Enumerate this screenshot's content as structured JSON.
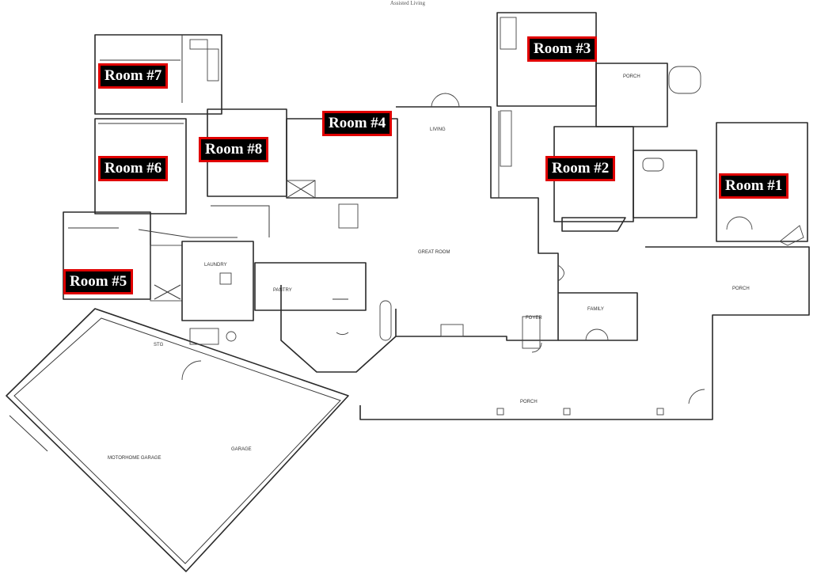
{
  "header": {
    "caption": "Assisted Living"
  },
  "room_tags": [
    {
      "id": "room-1",
      "label": "Room #1"
    },
    {
      "id": "room-2",
      "label": "Room #2"
    },
    {
      "id": "room-3",
      "label": "Room #3"
    },
    {
      "id": "room-4",
      "label": "Room #4"
    },
    {
      "id": "room-5",
      "label": "Room #5"
    },
    {
      "id": "room-6",
      "label": "Room #6"
    },
    {
      "id": "room-7",
      "label": "Room #7"
    },
    {
      "id": "room-8",
      "label": "Room #8"
    }
  ],
  "plan_labels": {
    "living": "LIVING",
    "great_room": "GREAT ROOM",
    "laundry": "LAUNDRY",
    "pantry": "PANTRY",
    "family": "FAMILY",
    "porch_east": "PORCH",
    "porch_south": "PORCH",
    "porch_north": "PORCH",
    "foyer": "FOYER",
    "garage": "GARAGE",
    "motorhome_garage": "MOTORHOME GARAGE",
    "storage": "STG"
  },
  "colors": {
    "tag_fill": "#000000",
    "tag_border": "#e00000",
    "tag_text": "#ffffff",
    "line": "#2a2a2a"
  }
}
